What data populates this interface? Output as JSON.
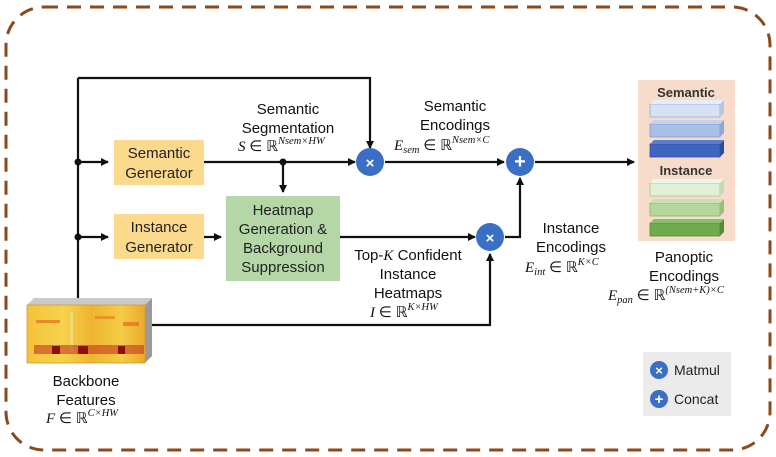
{
  "blocks": {
    "semantic_generator": [
      "Semantic",
      "Generator"
    ],
    "instance_generator": [
      "Instance",
      "Generator"
    ],
    "heatmap": [
      "Heatmap",
      "Generation &",
      "Background",
      "Suppression"
    ]
  },
  "labels": {
    "semantic_segmentation": [
      "Semantic",
      "Segmentation"
    ],
    "semantic_encodings": [
      "Semantic",
      "Encodings"
    ],
    "instance_encodings": [
      "Instance",
      "Encodings"
    ],
    "topk": [
      "Top-",
      "K",
      " Confident",
      "Instance",
      "Heatmaps"
    ],
    "backbone": [
      "Backbone",
      "Features"
    ],
    "panoptic": [
      "Panoptic",
      "Encodings"
    ]
  },
  "math": {
    "S": "S",
    "S_in": " ∈ ℝ",
    "S_sup": "Nsem×HW",
    "Esem": "E",
    "Esem_sub": "sem",
    "Esem_in": " ∈ ℝ",
    "Esem_sup": "Nsem×C",
    "Eint": "E",
    "Eint_sub": "int",
    "Eint_in": " ∈ ℝ",
    "Eint_sup": "K×C",
    "I": "I",
    "I_in": " ∈ ℝ",
    "I_sup": "K×HW",
    "F": "F",
    "F_in": " ∈ ℝ",
    "F_sup": "C×HW",
    "Epan": "E",
    "Epan_sub": "pan",
    "Epan_in": " ∈ ℝ",
    "Epan_sup": "(Nsem+K)×C"
  },
  "panoptic_stack": {
    "semantic_header": "Semantic",
    "instance_header": "Instance"
  },
  "legend": {
    "matmul": "Matmul",
    "concat": "Concat"
  },
  "operators": {
    "matmul_symbol": "×",
    "concat_symbol": "+"
  },
  "colors": {
    "border": "#8B4A1C",
    "generator_fill": "#FBDA8E",
    "heatmap_fill": "#B5D7A7",
    "op_fill": "#3A6FC4",
    "panoptic_bg": "#F7DCCB",
    "sem_light": "#D6E2F4",
    "sem_mid": "#A9C1E6",
    "sem_dark": "#3F65C0",
    "inst_light": "#E0EFD6",
    "inst_mid": "#B5D69C",
    "inst_dark": "#6FAA4C",
    "legend_bg": "#EBEBEB"
  }
}
